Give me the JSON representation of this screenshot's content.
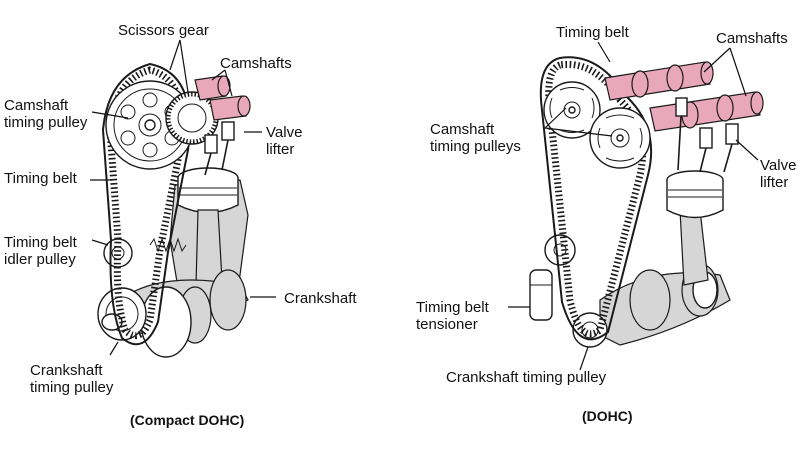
{
  "left_engine": {
    "caption": "(Compact DOHC)",
    "labels": {
      "scissors_gear": "Scissors gear",
      "camshafts": "Camshafts",
      "camshaft_timing_pulley_1": "Camshaft",
      "camshaft_timing_pulley_2": "timing pulley",
      "valve_lifter_1": "Valve",
      "valve_lifter_2": "lifter",
      "timing_belt": "Timing belt",
      "idler_pulley_1": "Timing belt",
      "idler_pulley_2": "idler pulley",
      "crankshaft": "Crankshaft",
      "crank_pulley_1": "Crankshaft",
      "crank_pulley_2": "timing pulley"
    }
  },
  "right_engine": {
    "caption": "(DOHC)",
    "labels": {
      "timing_belt": "Timing belt",
      "camshafts": "Camshafts",
      "camshaft_pulleys_1": "Camshaft",
      "camshaft_pulleys_2": "timing pulleys",
      "valve_lifter_1": "Valve",
      "valve_lifter_2": "lifter",
      "tensioner_1": "Timing belt",
      "tensioner_2": "tensioner",
      "crank_pulley": "Crankshaft timing pulley"
    }
  },
  "colors": {
    "camshaft_highlight": "#e9a7bb",
    "line": "#1a1a1a"
  }
}
